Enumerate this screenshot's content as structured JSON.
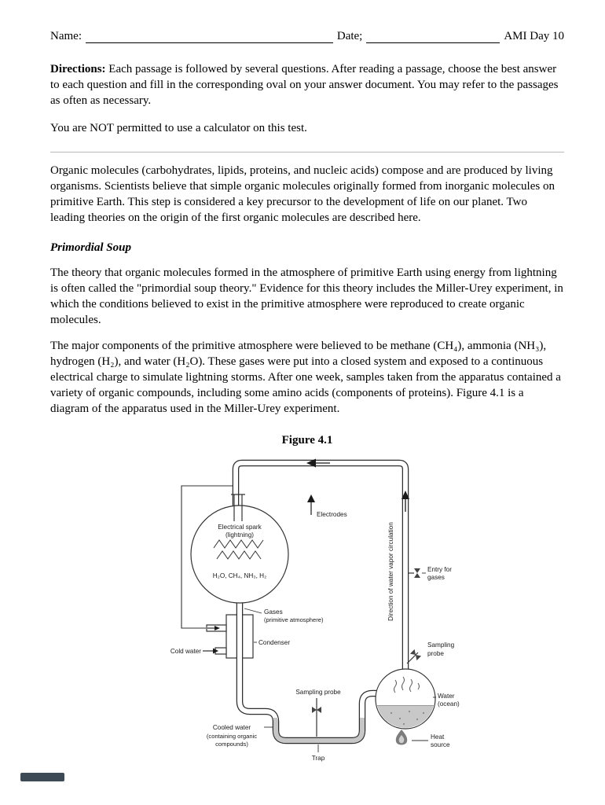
{
  "header": {
    "name_label": "Name:",
    "date_label": "Date;",
    "right_label": "AMI Day 10"
  },
  "intro": {
    "directions_label": "Directions:",
    "directions_text": " Each passage is followed by several questions. After reading a passage, choose the best answer to each question and fill in the corresponding oval on your answer document. You may refer to the passages as often as necessary.",
    "calculator_note": "You are NOT permitted to use a calculator on this test."
  },
  "passage": {
    "p1": "Organic molecules (carbohydrates, lipids, proteins, and nucleic acids) compose and are produced by living organisms. Scientists believe that simple organic molecules originally formed from inorganic molecules on primitive Earth. This step is considered a key precursor to the development of life on our planet. Two leading theories on the origin of the first organic molecules are described here.",
    "heading": "Primordial Soup",
    "p2": "The theory that organic molecules formed in the atmosphere of primitive Earth using energy from lightning is often called the \"primordial soup theory.\" Evidence for this theory includes the Miller-Urey experiment, in which the conditions believed to exist in the primitive atmosphere were reproduced to create organic molecules.",
    "p3": "The major components of the primitive atmosphere were believed to be methane (CH₄), ammonia (NH₃), hydrogen (H₂), and water (H₂O). These gases were put into a closed system and exposed to a continuous electrical charge to simulate lightning storms. After one week, samples taken from the apparatus contained a variety of organic compounds, including some amino acids (components of proteins). Figure 4.1 is a diagram of the apparatus used in the Miller-Urey experiment."
  },
  "figure": {
    "title": "Figure 4.1",
    "labels": {
      "electrical_spark_1": "Electrical spark",
      "electrical_spark_2": "(lightning)",
      "electrodes": "Electrodes",
      "flask_gases": "H₂O, CH₄, NH₃, H₂",
      "gases_1": "Gases",
      "gases_2": "(primitive atmosphere)",
      "condenser": "Condenser",
      "cold_water": "Cold water",
      "direction": "Direction of water vapor circulation",
      "entry_1": "Entry for",
      "entry_2": "gases",
      "sampling_right_1": "Sampling",
      "sampling_right_2": "probe",
      "sampling_bottom": "Sampling probe",
      "water_1": "Water",
      "water_2": "(ocean)",
      "cooled_1": "Cooled water",
      "cooled_2": "(containing organic",
      "cooled_3": "compounds)",
      "trap": "Trap",
      "heat_1": "Heat",
      "heat_2": "source"
    }
  }
}
